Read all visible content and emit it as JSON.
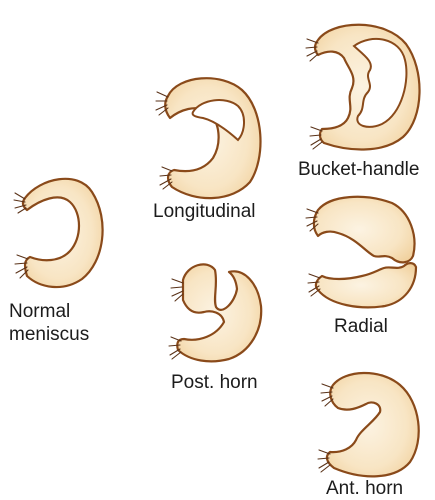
{
  "diagram": {
    "colors": {
      "fill_light": "#fcf3e2",
      "fill_dark": "#f0ce98",
      "outline": "#8a4a1a"
    },
    "panels": [
      {
        "id": "normal",
        "label_lines": [
          "Normal",
          "meniscus"
        ]
      },
      {
        "id": "longitudinal",
        "label_lines": [
          "Longitudinal"
        ]
      },
      {
        "id": "post_horn",
        "label_lines": [
          "Post. horn"
        ]
      },
      {
        "id": "bucket_handle",
        "label_lines": [
          "Bucket-handle"
        ]
      },
      {
        "id": "radial",
        "label_lines": [
          "Radial"
        ]
      },
      {
        "id": "ant_horn",
        "label_lines": [
          "Ant. horn"
        ]
      }
    ]
  }
}
